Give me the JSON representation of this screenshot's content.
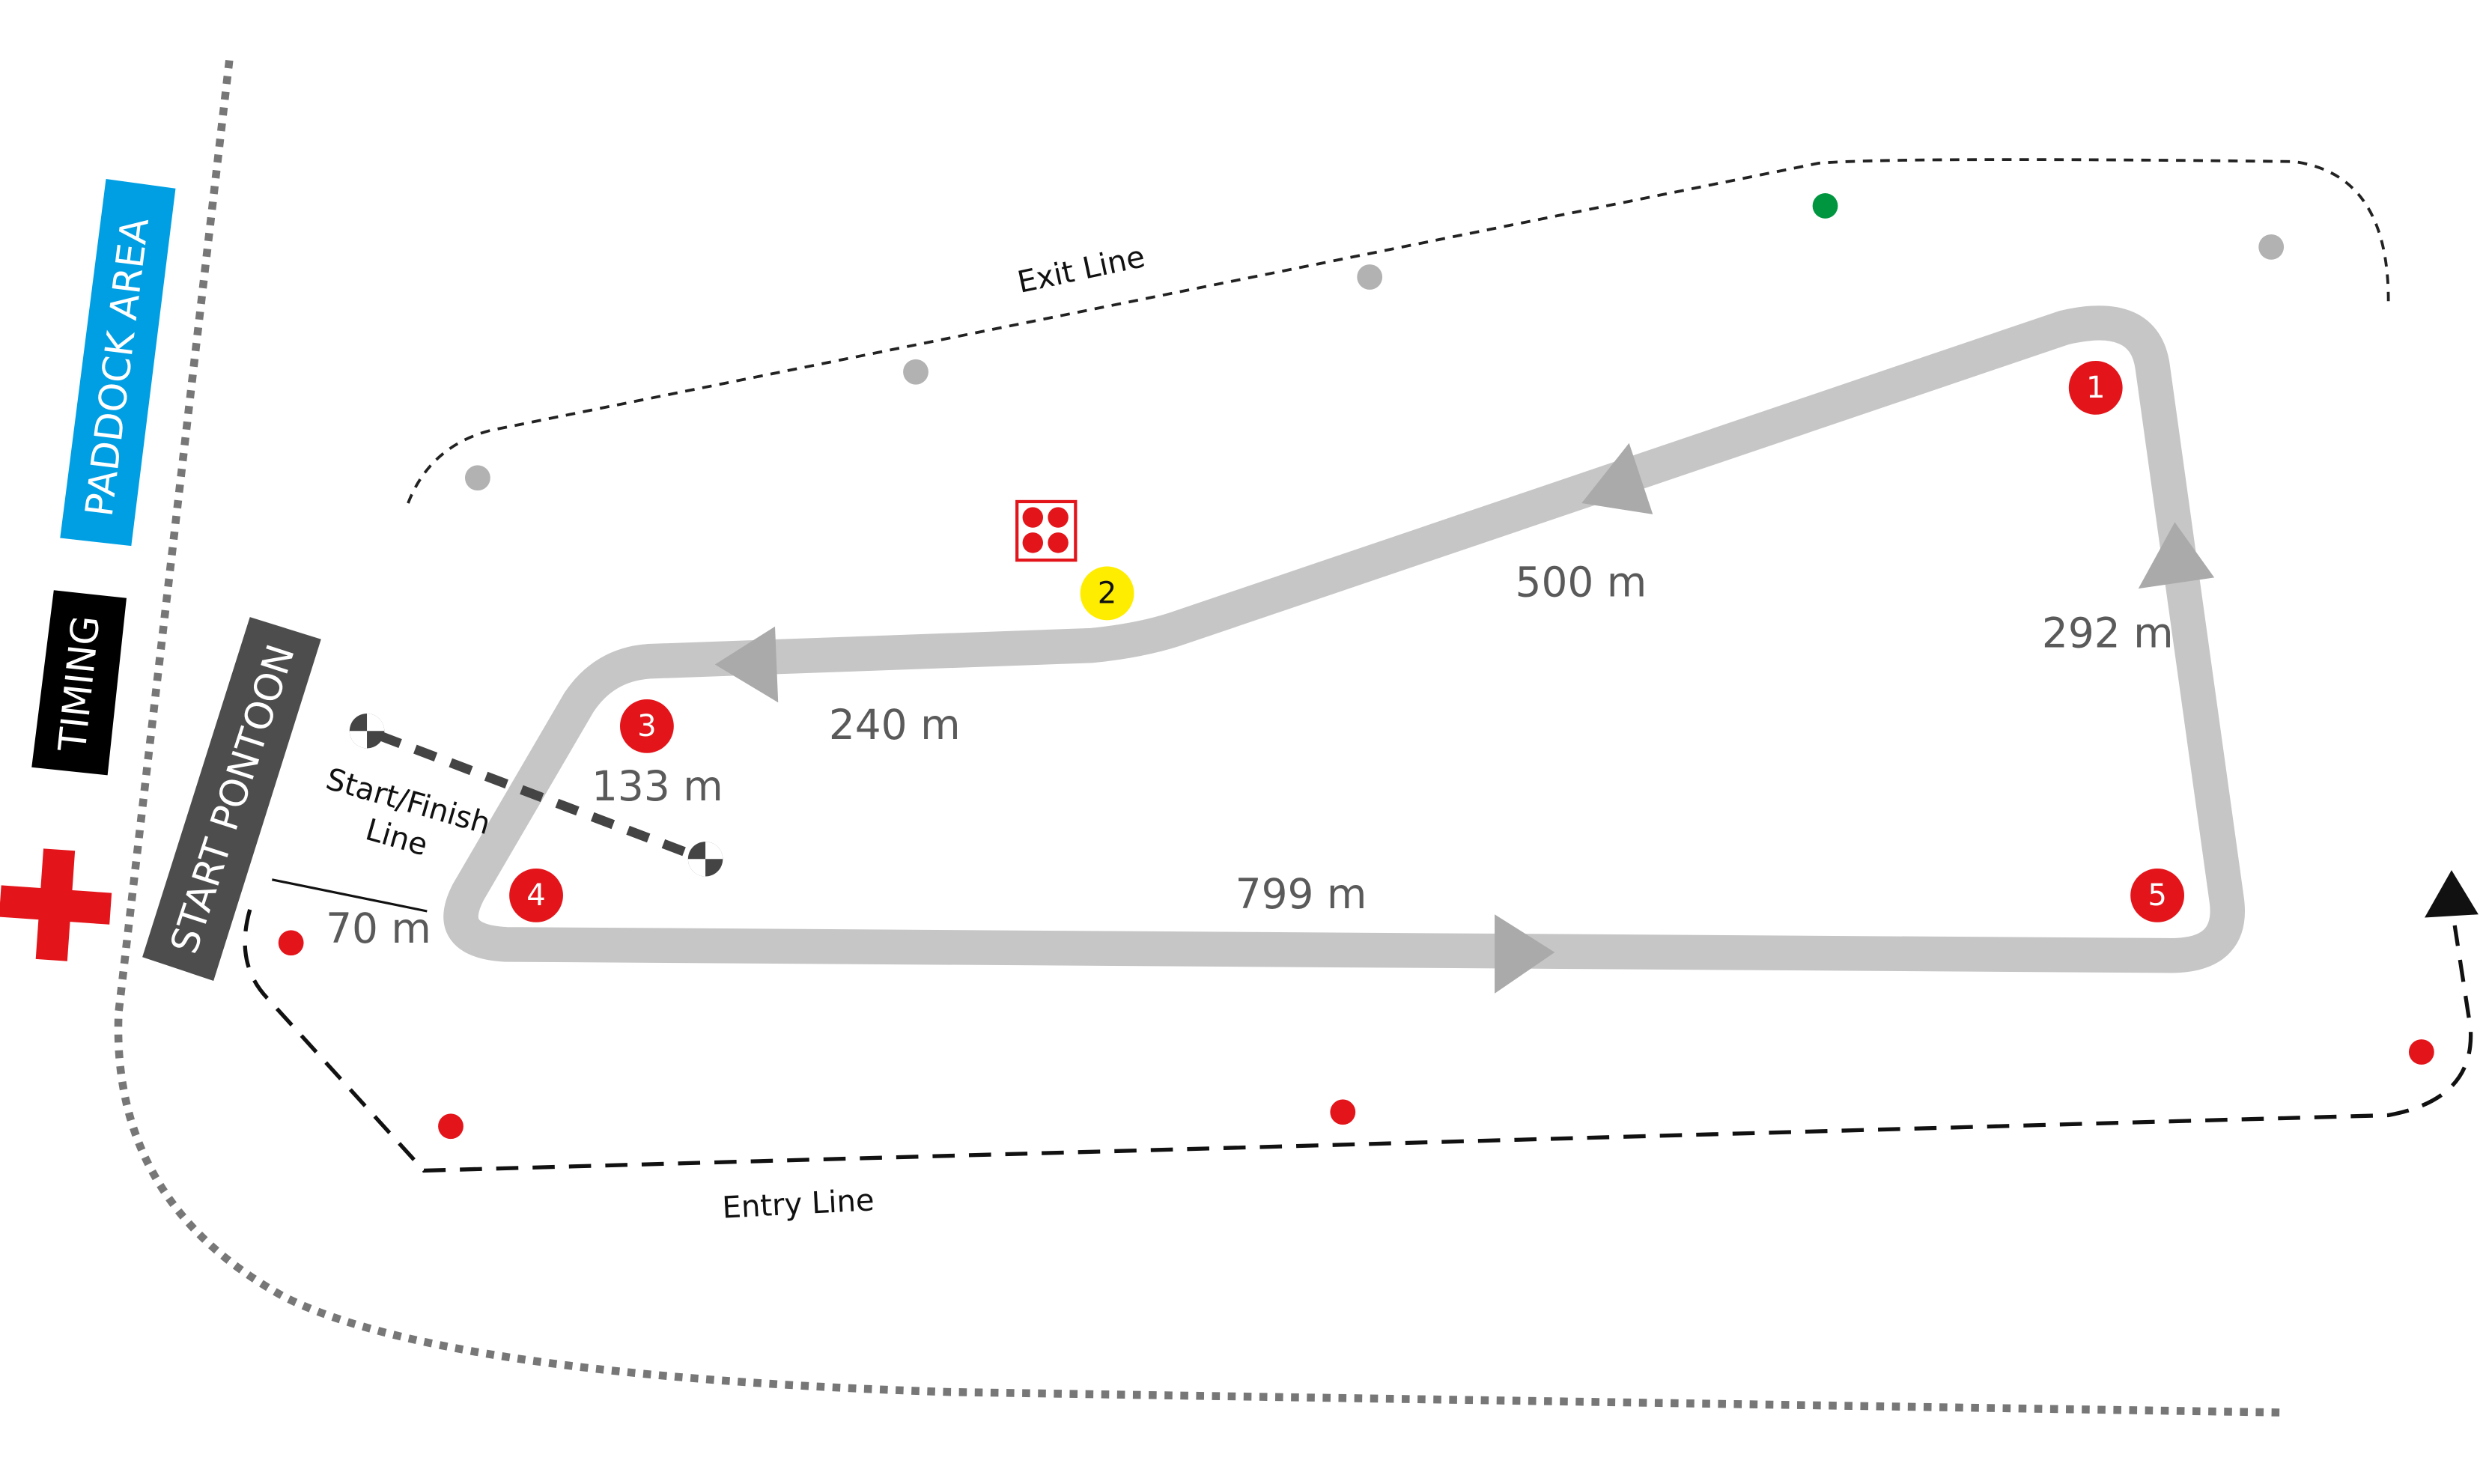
{
  "labels": {
    "paddock": "PADDOCK AREA",
    "timing": "TIMING",
    "start_pontoon": "START PONTOON",
    "start_finish_1": "Start/Finish",
    "start_finish_2": "Line",
    "exit_line": "Exit Line",
    "entry_line": "Entry Line"
  },
  "distances": {
    "leg_1_2": "500 m",
    "leg_5_1": "292 m",
    "leg_2_3": "240 m",
    "leg_3_4": "133 m",
    "leg_4_5": "799 m",
    "start": "70 m"
  },
  "buoys": {
    "b1": "1",
    "b2": "2",
    "b3": "3",
    "b4": "4",
    "b5": "5"
  },
  "colors": {
    "course": "#c6c6c6",
    "arrow": "#aaaaaa",
    "buoy_red": "#e3151a",
    "buoy_yellow": "#ffed00",
    "paddock_blue": "#009fe3",
    "pontoon_gray": "#4d4d4d",
    "marker_green": "#009640"
  }
}
